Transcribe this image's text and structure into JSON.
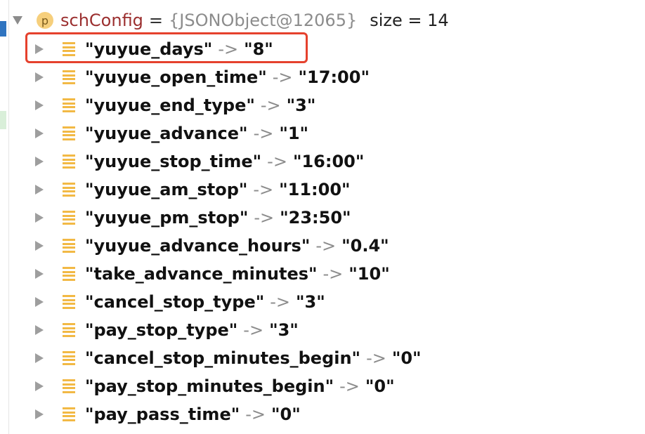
{
  "root": {
    "icon_letter": "p",
    "name": "schConfig",
    "equals": "=",
    "type": "{JSONObject@12065}",
    "size": "size = 14"
  },
  "arrow_text": "->",
  "entries": [
    {
      "key": "\"yuyue_days\"",
      "value": "\"8\""
    },
    {
      "key": "\"yuyue_open_time\"",
      "value": "\"17:00\""
    },
    {
      "key": "\"yuyue_end_type\"",
      "value": "\"3\""
    },
    {
      "key": "\"yuyue_advance\"",
      "value": "\"1\""
    },
    {
      "key": "\"yuyue_stop_time\"",
      "value": "\"16:00\""
    },
    {
      "key": "\"yuyue_am_stop\"",
      "value": "\"11:00\""
    },
    {
      "key": "\"yuyue_pm_stop\"",
      "value": "\"23:50\""
    },
    {
      "key": "\"yuyue_advance_hours\"",
      "value": "\"0.4\""
    },
    {
      "key": "\"take_advance_minutes\"",
      "value": "\"10\""
    },
    {
      "key": "\"cancel_stop_type\"",
      "value": "\"3\""
    },
    {
      "key": "\"pay_stop_type\"",
      "value": "\"3\""
    },
    {
      "key": "\"cancel_stop_minutes_begin\"",
      "value": "\"0\""
    },
    {
      "key": "\"pay_stop_minutes_begin\"",
      "value": "\"0\""
    },
    {
      "key": "\"pay_pass_time\"",
      "value": "\"0\""
    }
  ],
  "colors": {
    "highlight": "#e5412d",
    "field_name": "#9b2f2f",
    "type_text": "#8c8c8c",
    "entry_icon": "#f2b945",
    "p_icon": "#f6cf7c"
  },
  "icons": {
    "root_expand": "triangle-down-icon",
    "entry_expand": "triangle-right-icon",
    "entry_type": "map-entry-icon",
    "field_type": "p-field-icon"
  }
}
